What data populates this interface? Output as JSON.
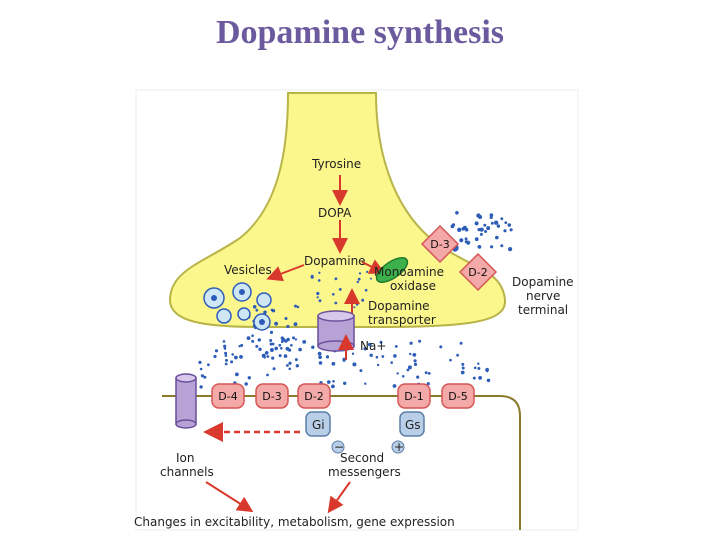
{
  "title": "Dopamine synthesis",
  "labels": {
    "tyrosine": "Tyrosine",
    "dopa": "DOPA",
    "dopamine": "Dopamine",
    "vesicles": "Vesicles",
    "mao_line1": "Monoamine",
    "mao_line2": "oxidase",
    "transporter_line1": "Dopamine",
    "transporter_line2": "transporter",
    "sodium": "Na+",
    "terminal_line1": "Dopamine",
    "terminal_line2": "nerve",
    "terminal_line3": "terminal",
    "ion_line1": "Ion",
    "ion_line2": "channels",
    "second_line1": "Second",
    "second_line2": "messengers",
    "gi": "Gi",
    "gs": "Gs",
    "minus": "−",
    "plus": "+",
    "changes": "Changes in excitability, metabolism, gene expression"
  },
  "autoreceptors": [
    {
      "label": "D-3"
    },
    {
      "label": "D-2"
    }
  ],
  "postsynaptic_receptors": [
    {
      "label": "D-4"
    },
    {
      "label": "D-3"
    },
    {
      "label": "D-2"
    },
    {
      "label": "D-1"
    },
    {
      "label": "D-5"
    }
  ],
  "colors": {
    "title": "#6b5a9e",
    "terminal_fill": "#fbf78c",
    "terminal_stroke": "#b8b44a",
    "arrow": "#d9392c",
    "receptor_fill": "#f4a9a9",
    "receptor_stroke": "#d45656",
    "membrane": "#8a7a2a",
    "dots": "#2e5db8",
    "channel": "#b7a2d6",
    "mao": "#3cb04a"
  }
}
